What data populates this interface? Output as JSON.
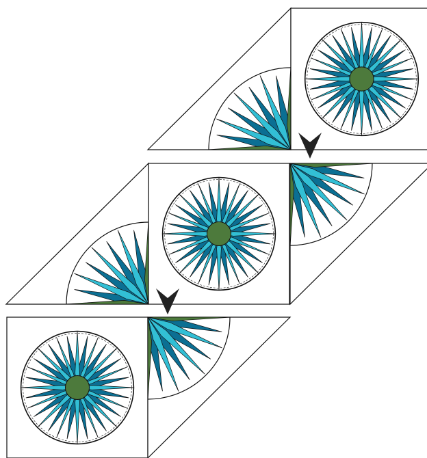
{
  "diagram": {
    "type": "quilt-block-assembly",
    "rows": [
      {
        "row": 1,
        "pieces": [
          "half-compass-left-triangle",
          "compass-star-square"
        ]
      },
      {
        "row": 2,
        "pieces": [
          "half-compass-left-triangle",
          "compass-star-square",
          "half-compass-right-triangle"
        ]
      },
      {
        "row": 3,
        "pieces": [
          "compass-star-square",
          "half-compass-right-triangle"
        ]
      }
    ],
    "arrows": [
      {
        "points": "down",
        "from_row": 1,
        "to_row": 2
      },
      {
        "points": "down",
        "from_row": 2,
        "to_row": 3
      }
    ]
  },
  "colors": {
    "dark_teal": "#0b6f93",
    "light_teal": "#32bfd5",
    "green": "#4d7a3c",
    "outline": "#111111",
    "arrow": "#222222",
    "background": "#ffffff"
  },
  "icons": {
    "arrow": "arrowhead-down-icon"
  }
}
